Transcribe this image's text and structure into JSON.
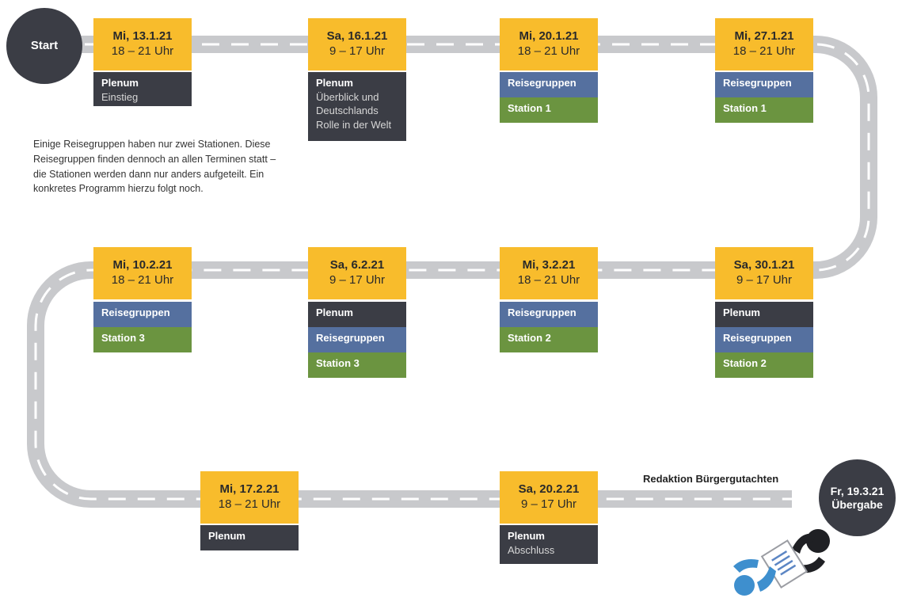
{
  "start_label": "Start",
  "end": {
    "line1": "Fr, 19.3.21",
    "line2": "Übergabe"
  },
  "note": "Einige Reisegruppen haben nur zwei Stationen. Diese Reisegruppen finden dennoch an allen Terminen statt – die Stationen werden dann nur anders aufgeteilt. Ein konkretes Programm hierzu folgt noch.",
  "redaktion_label": "Redaktion Bürgergutachten",
  "colors": {
    "date": "#f8bc2c",
    "plenum": "#3b3d45",
    "reisegruppen": "#55709f",
    "station": "#6b9440",
    "road": "#c8c9cc"
  },
  "sessions": [
    {
      "day": "Mi, 13.1.21",
      "time": "18 – 21 Uhr",
      "blocks": [
        {
          "type": "plenum",
          "title": "Plenum",
          "sub": "Einstieg"
        }
      ]
    },
    {
      "day": "Sa, 16.1.21",
      "time": "9 – 17 Uhr",
      "blocks": [
        {
          "type": "plenum",
          "title": "Plenum",
          "sub": "Überblick und\nDeutschlands\nRolle in der Welt"
        }
      ]
    },
    {
      "day": "Mi, 20.1.21",
      "time": "18 – 21 Uhr",
      "blocks": [
        {
          "type": "reise",
          "title": "Reisegruppen"
        },
        {
          "type": "station",
          "title": "Station 1"
        }
      ]
    },
    {
      "day": "Mi, 27.1.21",
      "time": "18 – 21 Uhr",
      "blocks": [
        {
          "type": "reise",
          "title": "Reisegruppen"
        },
        {
          "type": "station",
          "title": "Station 1"
        }
      ]
    },
    {
      "day": "Sa, 30.1.21",
      "time": "9 – 17 Uhr",
      "blocks": [
        {
          "type": "plenum",
          "title": "Plenum"
        },
        {
          "type": "reise",
          "title": "Reisegruppen"
        },
        {
          "type": "station",
          "title": "Station 2"
        }
      ]
    },
    {
      "day": "Mi, 3.2.21",
      "time": "18 – 21 Uhr",
      "blocks": [
        {
          "type": "reise",
          "title": "Reisegruppen"
        },
        {
          "type": "station",
          "title": "Station 2"
        }
      ]
    },
    {
      "day": "Sa, 6.2.21",
      "time": "9 – 17 Uhr",
      "blocks": [
        {
          "type": "plenum",
          "title": "Plenum"
        },
        {
          "type": "reise",
          "title": "Reisegruppen"
        },
        {
          "type": "station",
          "title": "Station 3"
        }
      ]
    },
    {
      "day": "Mi, 10.2.21",
      "time": "18 – 21 Uhr",
      "blocks": [
        {
          "type": "reise",
          "title": "Reisegruppen"
        },
        {
          "type": "station",
          "title": "Station 3"
        }
      ]
    },
    {
      "day": "Mi, 17.2.21",
      "time": "18 – 21 Uhr",
      "blocks": [
        {
          "type": "plenum",
          "title": "Plenum"
        }
      ]
    },
    {
      "day": "Sa, 20.2.21",
      "time": "9 – 17 Uhr",
      "blocks": [
        {
          "type": "plenum",
          "title": "Plenum",
          "sub": "Abschluss"
        }
      ]
    }
  ]
}
